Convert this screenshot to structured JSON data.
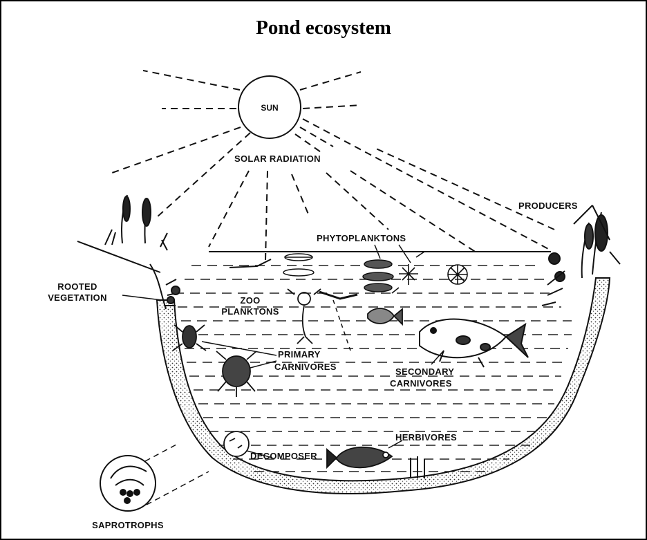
{
  "title": "Pond ecosystem",
  "labels": {
    "sun": "SUN",
    "solar_radiation": "SOLAR RADIATION",
    "producers": "PRODUCERS",
    "phytoplanktons": "PHYTOPLANKTONS",
    "rooted_vegetation_line1": "ROOTED",
    "rooted_vegetation_line2": "VEGETATION",
    "zoo_planktons_line1": "ZOO",
    "zoo_planktons_line2": "PLANKTONS",
    "primary_carnivores_line1": "PRIMARY",
    "primary_carnivores_line2": "CARNIVORES",
    "secondary_carnivores_line1": "SECONDARY",
    "secondary_carnivores_line2": "CARNIVORES",
    "herbivores": "HERBIVORES",
    "decomposer": "DECOMPOSER",
    "saprotrophs": "SAPROTROPHS"
  }
}
